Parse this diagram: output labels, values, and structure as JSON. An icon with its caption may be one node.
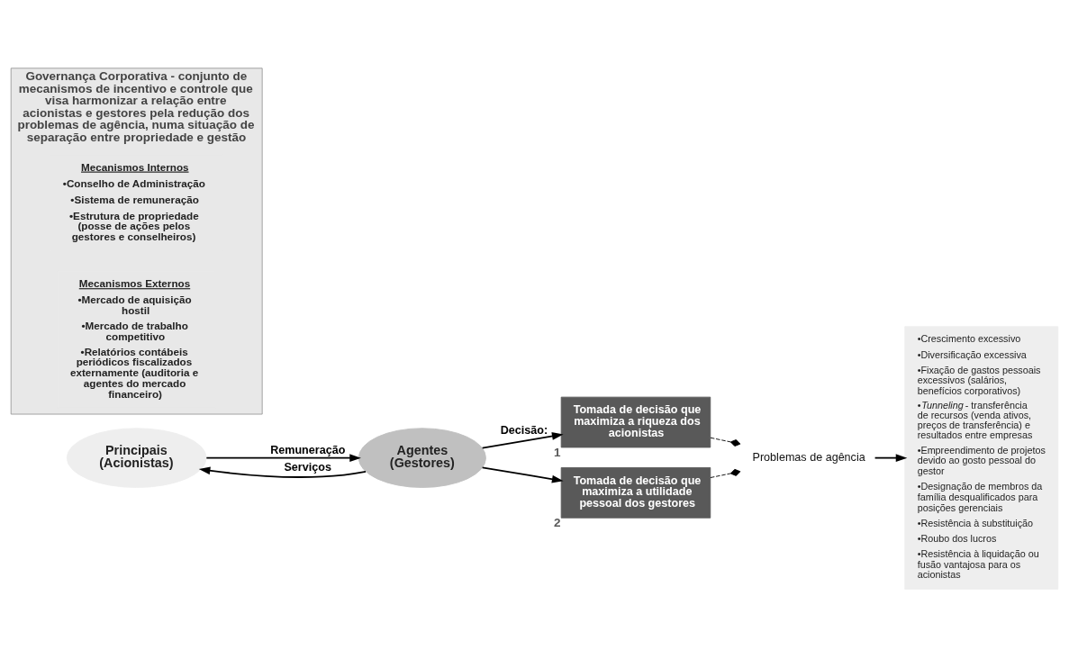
{
  "diagram": {
    "nodes": [
      {
        "text": [
          "Principais (Acionistas)"
        ]
      },
      {
        "text": [
          "Agentes (Gestores)"
        ]
      },
      {
        "text": [
          "Tomada de decisão que maximiza a riqueza dos acionistas"
        ],
        "beside": [
          "1"
        ]
      },
      {
        "text": [
          "Tomada de decisão que maximiza a utilidade pessoal dos gestores"
        ],
        "beside": [
          "2"
        ]
      },
      {
        "text": [
          "Governança Corporativa - conjunto de mecanismos de incentivo e controle que visa harmonizar a relação entre acionistas e gestores pela redução dos problemas de agência, numa situação de separação entre propriedade e gestão"
        ]
      },
      {
        "text": [
          "Mecanismos Internos",
          "•Conselho de Administração",
          "•Sistema de remuneração",
          "•Estrutura de propriedade (posse de ações pelos gestores e conselheiros)"
        ],
        "in": 4
      },
      {
        "text": [
          "Mecanismos Externos",
          "•Mercado de aquisição hostil",
          "•Mercado de trabalho competitivo",
          "•Relatórios contábeis periódicos fiscalizados externamente (auditoria e agentes do mercado financeiro)"
        ],
        "in": 4
      },
      {
        "text": [
          "Problemas de agência"
        ]
      },
      {
        "text": [
          "•Crescimento excessivo",
          "•Diversificação excessiva",
          "•Fixação de gastos pessoais excessivos (salários, benefícios corporativos)",
          "•*Tunneling* - transferência de recursos (venda ativos, preços de transferência) e resultados entre empresas",
          "•Empreendimento de projetos devido ao gosto pessoal do gestor",
          "•Designação de membros da família desqualificados para posições gerenciais",
          "•Resistência à substituição",
          "•Roubo dos lucros",
          "•Resistência à liquidação ou fusão vantajosa para os acionistas"
        ]
      }
    ],
    "edges": [
      {
        "from": 0,
        "to": 1,
        "arrow": "to",
        "label": "Remuneração"
      },
      {
        "from": 1,
        "to": 0,
        "arrow": "to",
        "label": "Serviços"
      },
      {
        "from": 1,
        "to": 2,
        "arrow": "to",
        "label": "Decisão:"
      },
      {
        "from": 1,
        "to": 3,
        "arrow": "to"
      },
      {
        "from": 2,
        "to": 7,
        "arrow": "other",
        "style": "dashed"
      },
      {
        "from": 3,
        "to": 7,
        "arrow": "other",
        "style": "dashed"
      },
      {
        "from": 7,
        "to": 8,
        "arrow": "to"
      }
    ]
  }
}
